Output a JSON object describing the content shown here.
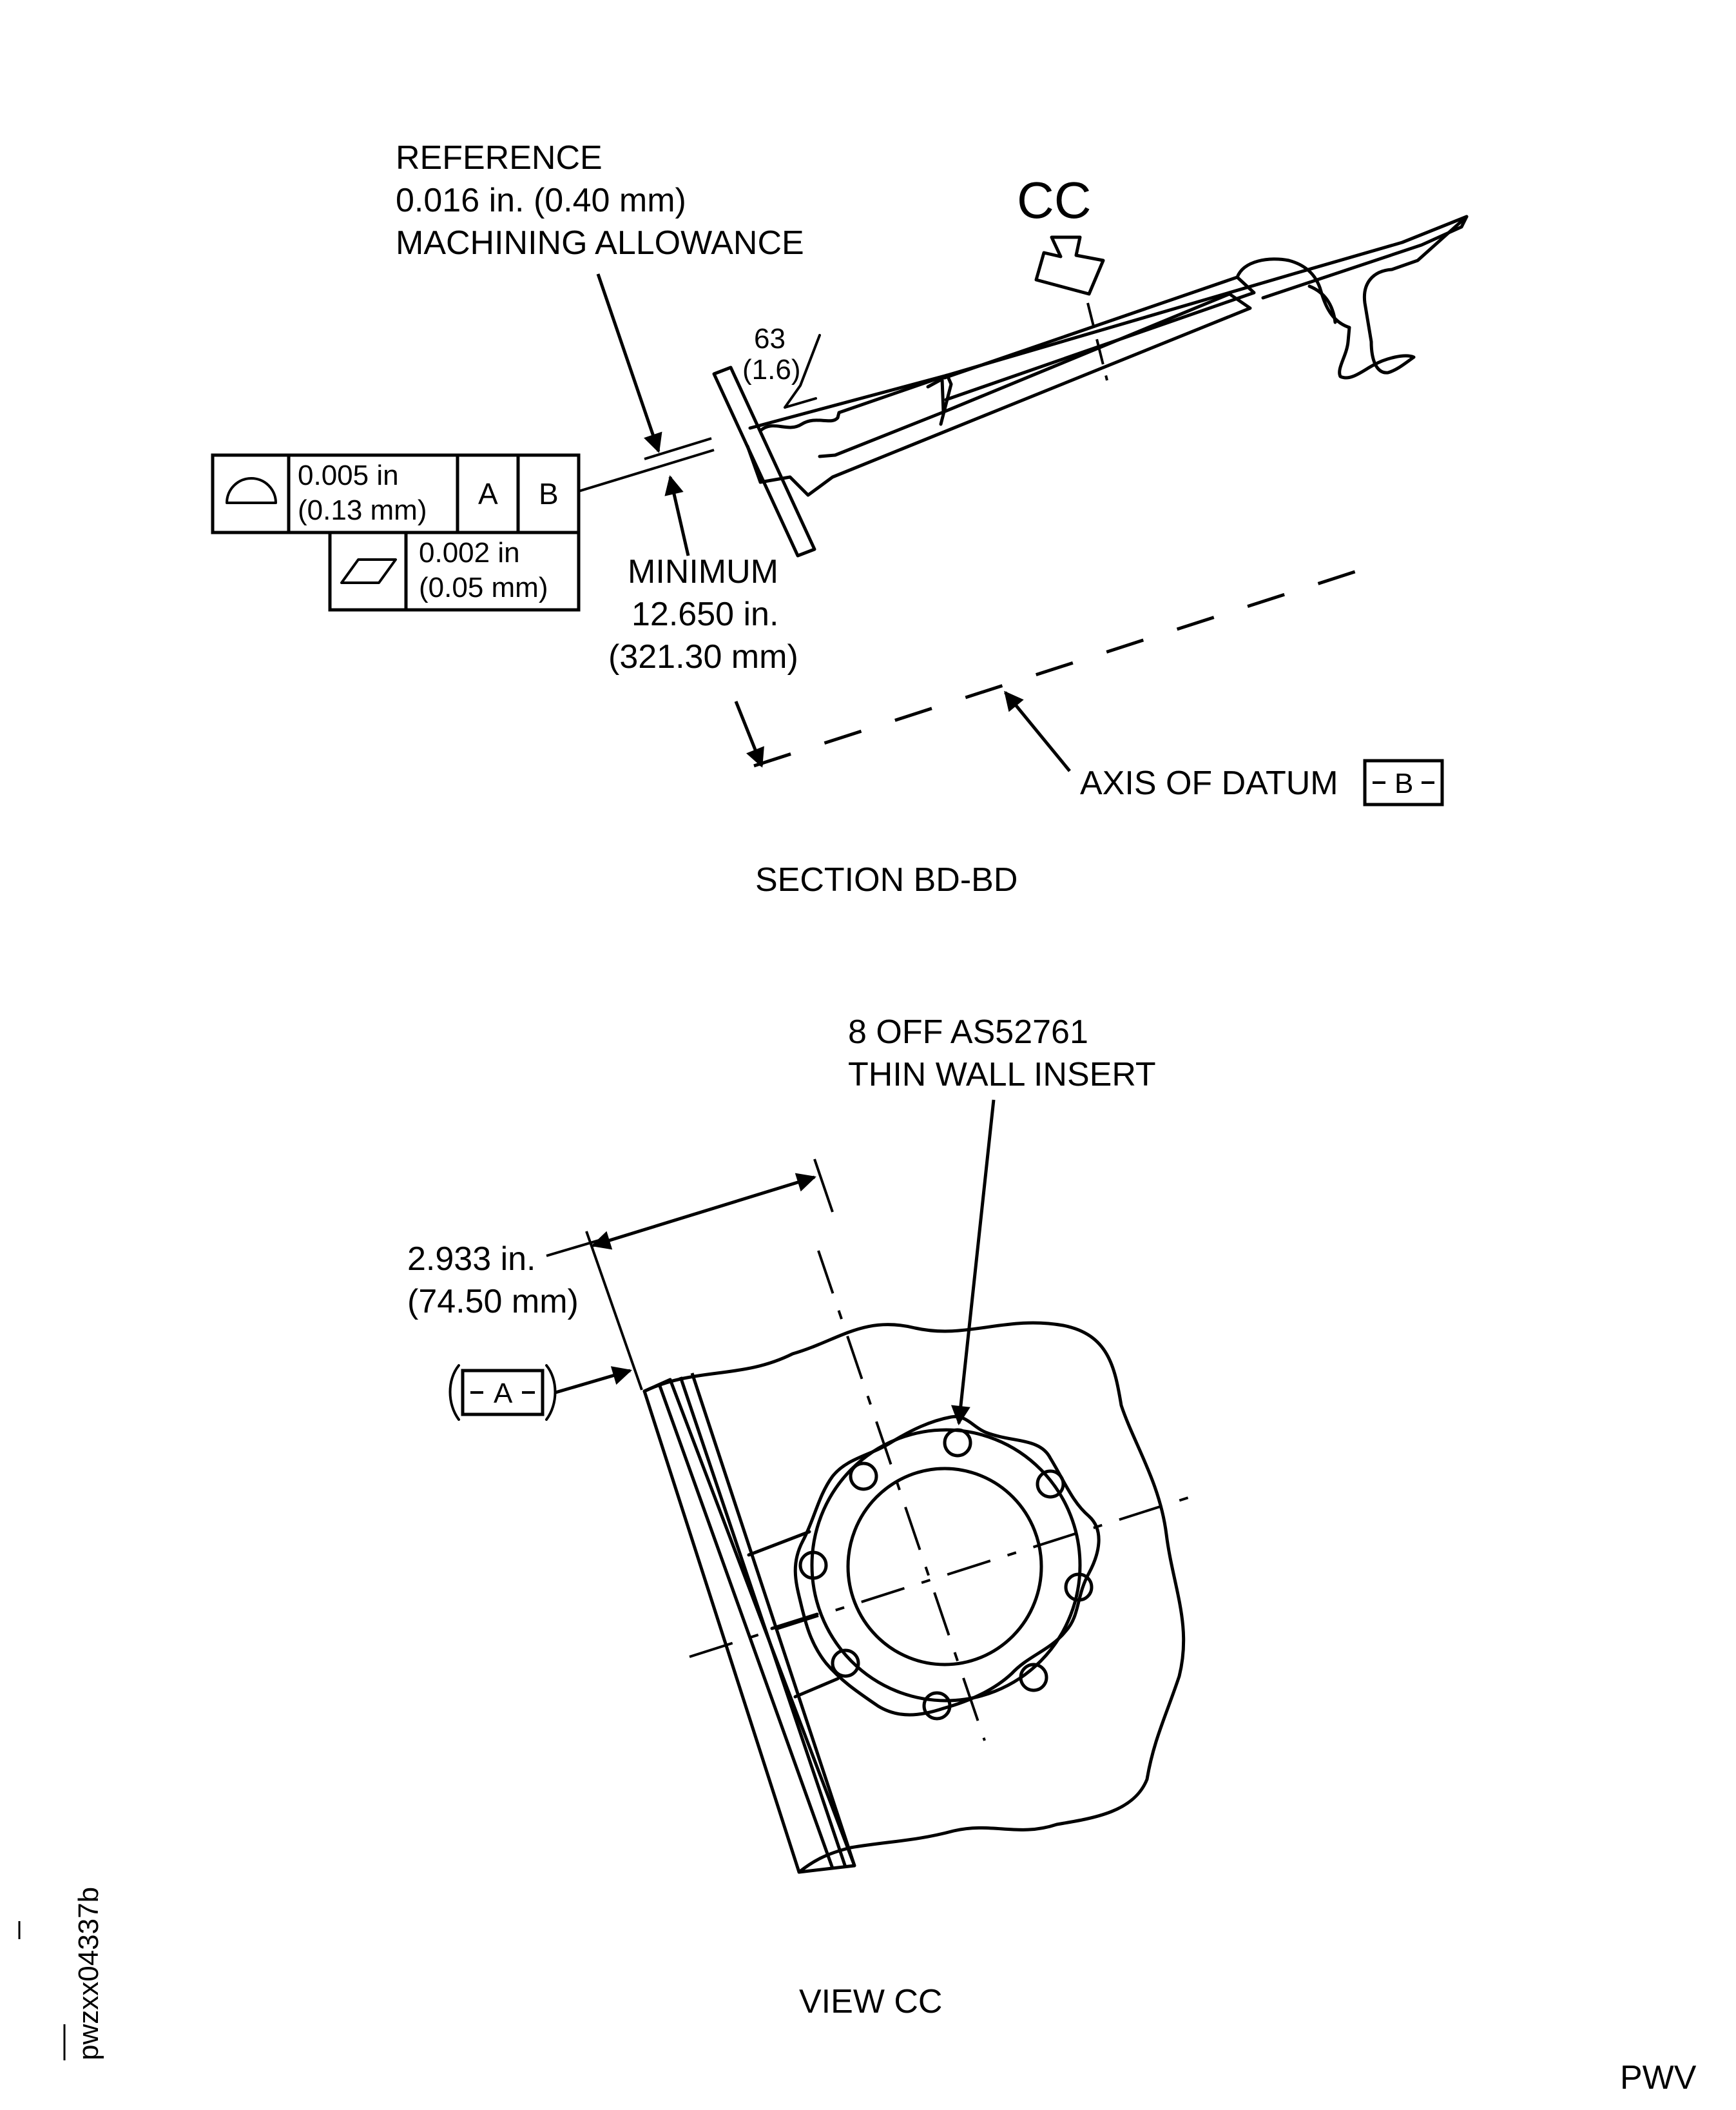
{
  "section_bd": {
    "reference_note": [
      "REFERENCE",
      "0.016 in. (0.40 mm)",
      "MACHINING ALLOWANCE"
    ],
    "view_arrow_label": "CC",
    "surface_finish": [
      "63",
      "(1.6)"
    ],
    "fcf_profile": {
      "value": [
        "0.005 in",
        "(0.13 mm)"
      ],
      "datums": [
        "A",
        "B"
      ],
      "symbol": "profile-of-surface-icon"
    },
    "fcf_flatness": {
      "value": [
        "0.002 in",
        "(0.05 mm)"
      ],
      "symbol": "flatness-icon"
    },
    "minimum_note": [
      "MINIMUM",
      "12.650 in.",
      "(321.30 mm)"
    ],
    "axis_note": "AXIS OF DATUM",
    "datum_b": "B",
    "caption": "SECTION BD-BD"
  },
  "view_cc": {
    "insert_note": [
      "8 OFF AS52761",
      "THIN WALL INSERT"
    ],
    "dimension": [
      "2.933 in.",
      "(74.50 mm)"
    ],
    "datum_a": "A",
    "caption": "VIEW CC"
  },
  "figure_id": "pwzxx04337b",
  "corner_label": "PWV"
}
